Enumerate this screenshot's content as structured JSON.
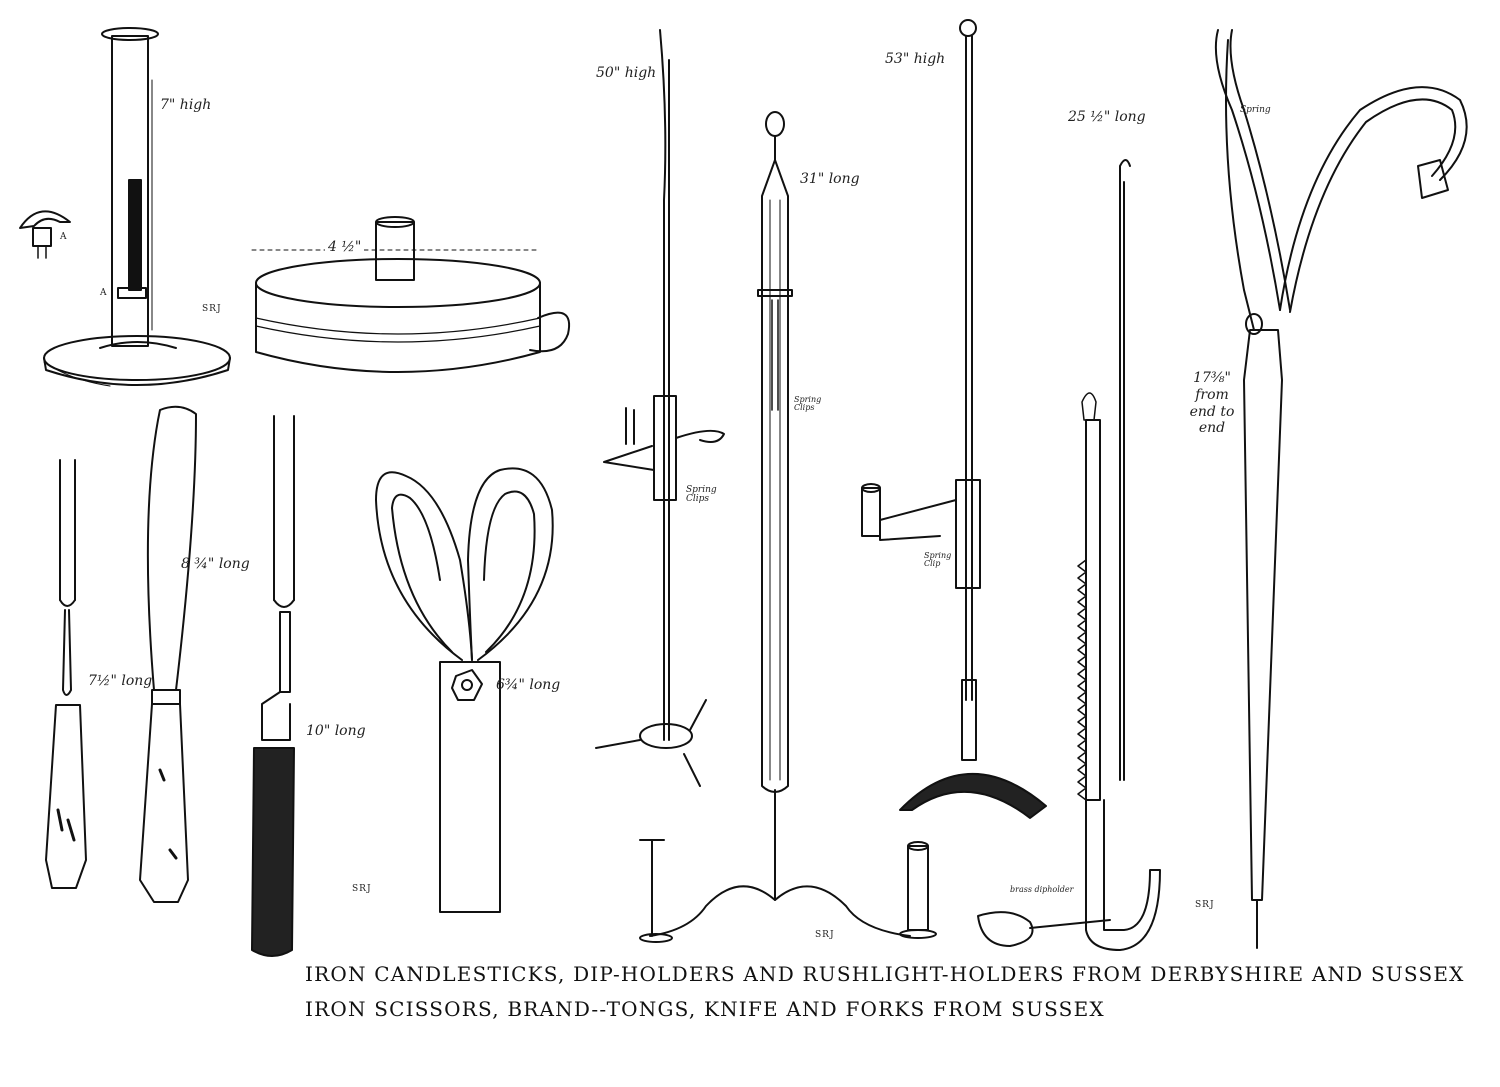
{
  "caption": {
    "line1": "IRON CANDLESTICKS, DIP-HOLDERS AND RUSHLIGHT-HOLDERS FROM DERBYSHIRE AND SUSSEX",
    "line2": "IRON SCISSORS, BRAND--TONGS, KNIFE AND FORKS FROM SUSSEX"
  },
  "labels": {
    "candlestick_height": "7\" high",
    "candlestick_detail": "A",
    "candlestick_marker": "A",
    "tinder_box_width": "4 ½\"",
    "fork_small_length": "7½\" long",
    "knife_length": "8 ¾\" long",
    "fork_large_length": "10\" long",
    "scissors_length": "6¾\" long",
    "rushlight_left_height": "50\" high",
    "rushlight_left_clips": "Spring Clips",
    "dip_holder_length": "31\" long",
    "dip_holder_clips": "Spring Clips",
    "rushlight_mid_height": "53\" high",
    "rushlight_mid_clip": "Spring Clip",
    "pot_hook_length": "25 ½\" long",
    "pot_hook_dipholder": "brass dipholder",
    "tongs_spring": "Spring",
    "tongs_length": "17⅜\" from end to end"
  },
  "monograms": [
    "SRJ",
    "SRJ",
    "SRJ",
    "SRJ"
  ]
}
